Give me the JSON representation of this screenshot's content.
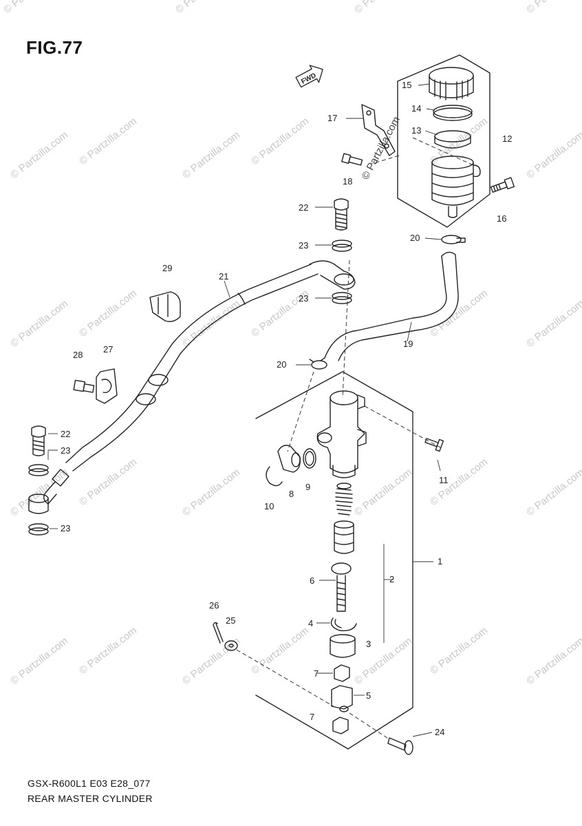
{
  "figure": {
    "title": "FIG.77"
  },
  "footer": {
    "code": "GSX-R600L1 E03 E28_077",
    "name": "REAR MASTER CYLINDER"
  },
  "direction_marker": "FWD",
  "watermark": "© Partzilla.com",
  "callouts": [
    "1",
    "2",
    "3",
    "4",
    "5",
    "6",
    "7",
    "7",
    "8",
    "9",
    "10",
    "11",
    "12",
    "13",
    "14",
    "15",
    "16",
    "17",
    "18",
    "19",
    "20",
    "20",
    "21",
    "22",
    "22",
    "23",
    "23",
    "23",
    "23",
    "24",
    "25",
    "26",
    "27",
    "28",
    "29"
  ]
}
